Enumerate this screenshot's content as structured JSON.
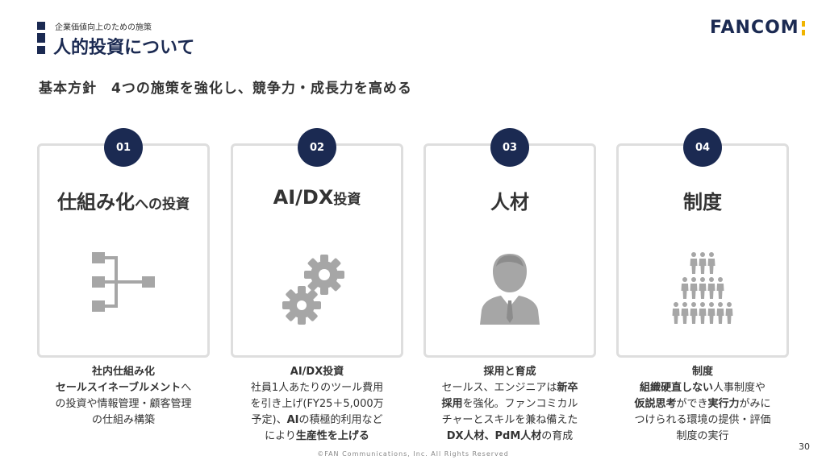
{
  "header": {
    "subtitle": "企業価値向上のための施策",
    "title": "人的投資について"
  },
  "logo": {
    "text": "FANCOM"
  },
  "headline": "基本方針　4つの施策を強化し、競争力・成長力を高める",
  "cards": [
    {
      "number": "01",
      "title_main": "仕組み化",
      "title_suffix": "への投資",
      "icon": "flowchart-icon",
      "desc_head": "社内仕組み化",
      "desc_lines": [
        [
          {
            "t": "セールスイネーブルメント",
            "b": true
          },
          {
            "t": "へ",
            "b": false
          }
        ],
        [
          {
            "t": "の投資や情報管理・顧客管理",
            "b": false
          }
        ],
        [
          {
            "t": "の仕組み構築",
            "b": false
          }
        ]
      ]
    },
    {
      "number": "02",
      "title_main": "AI/DX",
      "title_suffix": "投資",
      "icon": "gears-icon",
      "desc_head": "AI/DX投資",
      "desc_lines": [
        [
          {
            "t": "社員1人あたりのツール費用",
            "b": false
          }
        ],
        [
          {
            "t": "を引き上げ(FY25＋5,000万",
            "b": false
          }
        ],
        [
          {
            "t": "予定)、",
            "b": false
          },
          {
            "t": "AI",
            "b": true
          },
          {
            "t": "の積極的利用など",
            "b": false
          }
        ],
        [
          {
            "t": "により",
            "b": false
          },
          {
            "t": "生産性を上げる",
            "b": true
          }
        ]
      ]
    },
    {
      "number": "03",
      "title_main": "人材",
      "title_suffix": "",
      "icon": "businessman-icon",
      "desc_head": "採用と育成",
      "desc_lines": [
        [
          {
            "t": "セールス、エンジニアは",
            "b": false
          },
          {
            "t": "新卒",
            "b": true
          }
        ],
        [
          {
            "t": "採用",
            "b": true
          },
          {
            "t": "を強化。ファンコミカル",
            "b": false
          }
        ],
        [
          {
            "t": "チャーとスキルを兼ね備えた",
            "b": false
          }
        ],
        [
          {
            "t": "DX人材、PdM人材",
            "b": true
          },
          {
            "t": "の育成",
            "b": false
          }
        ]
      ]
    },
    {
      "number": "04",
      "title_main": "制度",
      "title_suffix": "",
      "icon": "people-pyramid-icon",
      "desc_head": "制度",
      "desc_lines": [
        [
          {
            "t": "組織硬直しない",
            "b": true
          },
          {
            "t": "人事制度や",
            "b": false
          }
        ],
        [
          {
            "t": "仮説思考",
            "b": true
          },
          {
            "t": "ができ",
            "b": false
          },
          {
            "t": "実行力",
            "b": true
          },
          {
            "t": "がみに",
            "b": false
          }
        ],
        [
          {
            "t": "つけられる環境の提供・評価",
            "b": false
          }
        ],
        [
          {
            "t": "制度の実行",
            "b": false
          }
        ]
      ]
    }
  ],
  "page_number": "30",
  "copyright": "©FAN Communications, Inc. All Rights Reserved",
  "colors": {
    "navy": "#1b2a52",
    "accent_yellow": "#f0b400",
    "icon_gray": "#a6a6a6",
    "card_border": "#dedede"
  }
}
